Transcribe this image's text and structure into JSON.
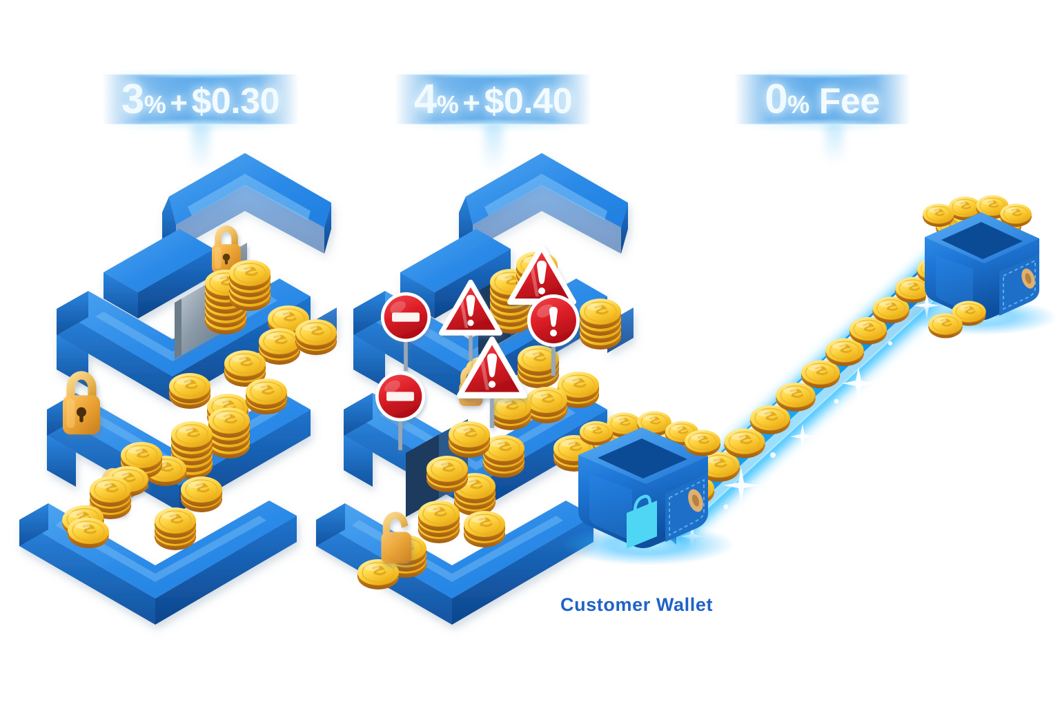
{
  "page": {
    "title": "Payment Fee Comparison",
    "background_color": "#ffffff"
  },
  "colors": {
    "maze_blue": "#1f7fe0",
    "maze_blue_dark": "#1257a8",
    "maze_blue_light": "#4fa6f0",
    "coin_gold": "#f5c936",
    "coin_gold_light": "#ffe066",
    "coin_rim": "#c0761f",
    "lock_gold": "#e8a23a",
    "warning_red": "#e01b24",
    "glow_cyan": "#19c8ff",
    "label_blue": "#4da1e8",
    "label_text": "#f2fbff",
    "caption_blue": "#1f63c4"
  },
  "labels": [
    {
      "id": "fee-label-1",
      "name": "fee-badge-3-percent",
      "percent": "3",
      "percent_sign": "%",
      "plus": "+",
      "amount": "$0.30",
      "full_text": "3% + $0.30"
    },
    {
      "id": "fee-label-2",
      "name": "fee-badge-4-percent",
      "percent": "4",
      "percent_sign": "%",
      "plus": "+",
      "amount": "$0.40",
      "full_text": "4% + $0.40"
    },
    {
      "id": "fee-label-3",
      "name": "fee-badge-0-percent",
      "percent": "0",
      "percent_sign": "%",
      "plus": "",
      "amount": "Fee",
      "full_text": "0% Fee"
    }
  ],
  "captions": [
    {
      "id": "customer-wallet-caption",
      "text": "Customer Wallet"
    }
  ],
  "panels": [
    {
      "id": "panel-maze-1",
      "name": "high-fee-maze-path",
      "kind": "maze",
      "fee_label_ref": 0,
      "obstacles": {
        "padlocks": 3,
        "warning_signs": 0,
        "no_entry_signs": 0,
        "gates": 3
      },
      "coin_piles": 9,
      "spilled_coins": 3
    },
    {
      "id": "panel-maze-2",
      "name": "blocked-fee-maze-path",
      "kind": "maze",
      "fee_label_ref": 1,
      "obstacles": {
        "padlocks": 2,
        "warning_signs": 4,
        "no_entry_signs": 2,
        "gates": 3
      },
      "coin_piles": 11,
      "spilled_coins": 3
    },
    {
      "id": "panel-direct",
      "name": "zero-fee-direct-path",
      "kind": "direct",
      "fee_label_ref": 2,
      "coins_on_track": 12,
      "wallets": [
        {
          "id": "wallet-merchant",
          "name": "merchant-wallet",
          "position": "top-right",
          "has_badge_icon": false
        },
        {
          "id": "wallet-customer",
          "name": "customer-wallet",
          "position": "bottom-left",
          "has_badge_icon": true,
          "badge_icon": "shopping-bag-icon",
          "caption": "Customer Wallet"
        }
      ]
    }
  ],
  "icons": {
    "padlock": "padlock-icon",
    "open_padlock": "open-padlock-icon",
    "warning_triangle": "warning-triangle-icon",
    "no_entry": "no-entry-icon",
    "alert_circle": "alert-circle-icon",
    "shopping_bag": "shopping-bag-icon",
    "coin": "gold-coin-icon",
    "wallet": "wallet-icon",
    "sparkle": "sparkle-icon"
  }
}
